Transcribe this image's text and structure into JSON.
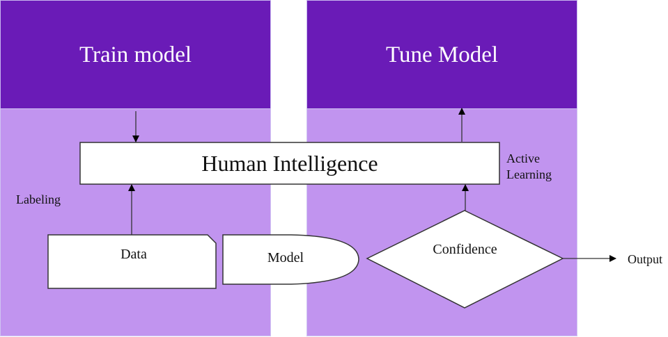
{
  "diagram": {
    "stages": [
      {
        "title": "Train model",
        "side_label": "Labeling"
      },
      {
        "title": "Tune Model",
        "side_label_lines": [
          "Active",
          "Learning"
        ]
      }
    ],
    "center_box": {
      "label": "Human Intelligence"
    },
    "nodes": {
      "data": {
        "label": "Data",
        "shape": "document"
      },
      "model": {
        "label": "Model",
        "shape": "delay"
      },
      "confidence": {
        "label": "Confidence",
        "shape": "decision"
      },
      "output": {
        "label": "Output"
      }
    },
    "edges": [
      {
        "from": "Train model",
        "to": "Human Intelligence"
      },
      {
        "from": "Data",
        "to": "Human Intelligence"
      },
      {
        "from": "Human Intelligence",
        "to": "Tune Model"
      },
      {
        "from": "Confidence",
        "to": "Human Intelligence"
      },
      {
        "from": "Confidence",
        "to": "Output"
      }
    ],
    "colors": {
      "header_purple": "#6a1bb7",
      "panel_lavender": "#c194ef",
      "shape_fill": "#ffffff",
      "stroke": "#222222"
    }
  }
}
